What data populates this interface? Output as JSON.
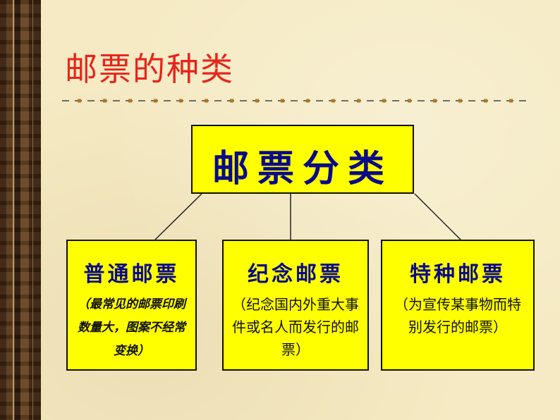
{
  "title": "邮票的种类",
  "diagram": {
    "root": {
      "label": "邮票分类"
    },
    "children": [
      {
        "title": "普通邮票",
        "description": "（最常见的邮票印刷数量大，图案不经常变换）"
      },
      {
        "title": "纪念邮票",
        "description": "（纪念国内外重大事件或名人而发行的邮票）"
      },
      {
        "title": "特种邮票",
        "description": "（为宣传某事物而特别发行的邮票）"
      }
    ]
  },
  "colors": {
    "title": "#e8231a",
    "box_fill": "#ffff00",
    "box_text": "#0a0a8a",
    "background": "#f5eac3"
  }
}
